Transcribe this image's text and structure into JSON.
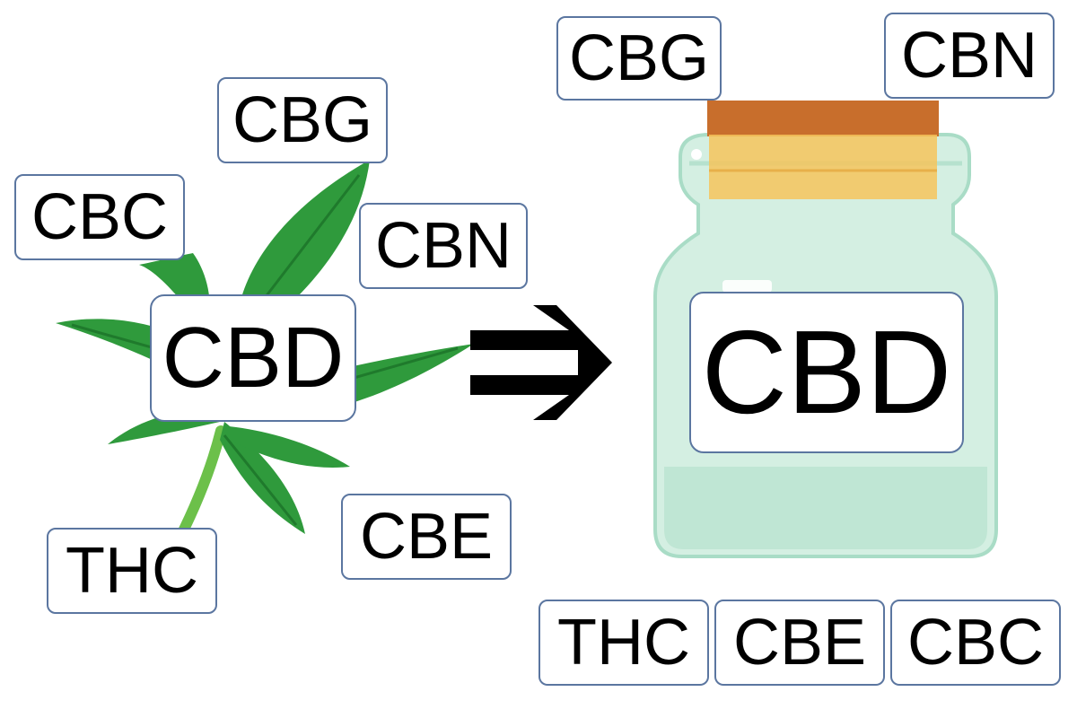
{
  "colors": {
    "leaf": "#2f9a3c",
    "leaf_vein": "#1f7a2c",
    "stem": "#6cc04a",
    "jar_glass": "#d4efe2",
    "jar_glass_edge": "#a9dcc6",
    "cork": "#c86e2c",
    "cork_band": "#f6c45c",
    "label_border": "#5b76a0",
    "arrow": "#000000"
  },
  "icons": {
    "plant": "hemp-leaf-icon",
    "jar": "glass-jar-icon",
    "arrow": "double-right-arrow-icon"
  },
  "plant_labels": {
    "cbg": "CBG",
    "cbc": "CBC",
    "cbn": "CBN",
    "cbd": "CBD",
    "cbe": "CBE",
    "thc": "THC"
  },
  "jar_labels": {
    "cbg": "CBG",
    "cbn": "CBN",
    "cbd": "CBD",
    "thc": "THC",
    "cbe": "CBE",
    "cbc": "CBC"
  }
}
